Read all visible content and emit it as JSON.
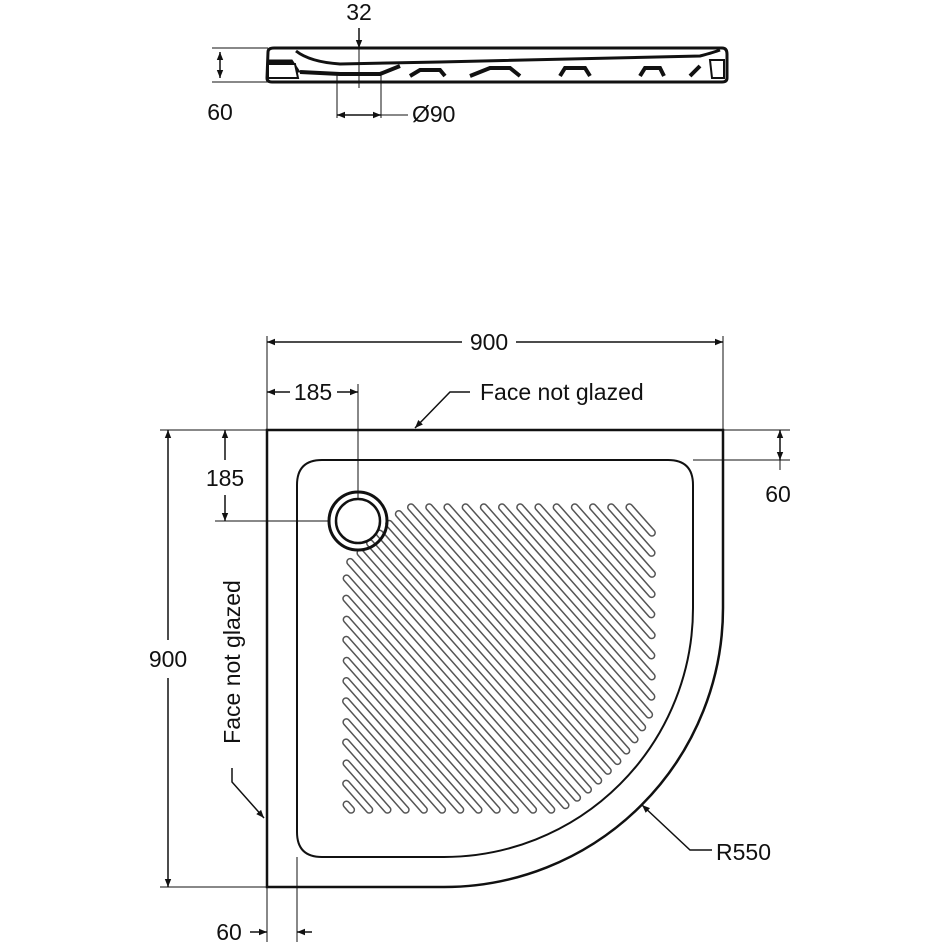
{
  "profile": {
    "depth_label": "32",
    "height_label": "60",
    "drain_diameter_label": "Ø90"
  },
  "plan": {
    "width_label": "900",
    "height_label": "900",
    "drain_offset_x_label": "185",
    "drain_offset_y_label": "185",
    "rim_top_label": "60",
    "rim_left_label": "60",
    "face_not_glazed_top": "Face not glazed",
    "face_not_glazed_left": "Face not glazed",
    "radius_label": "R550"
  }
}
